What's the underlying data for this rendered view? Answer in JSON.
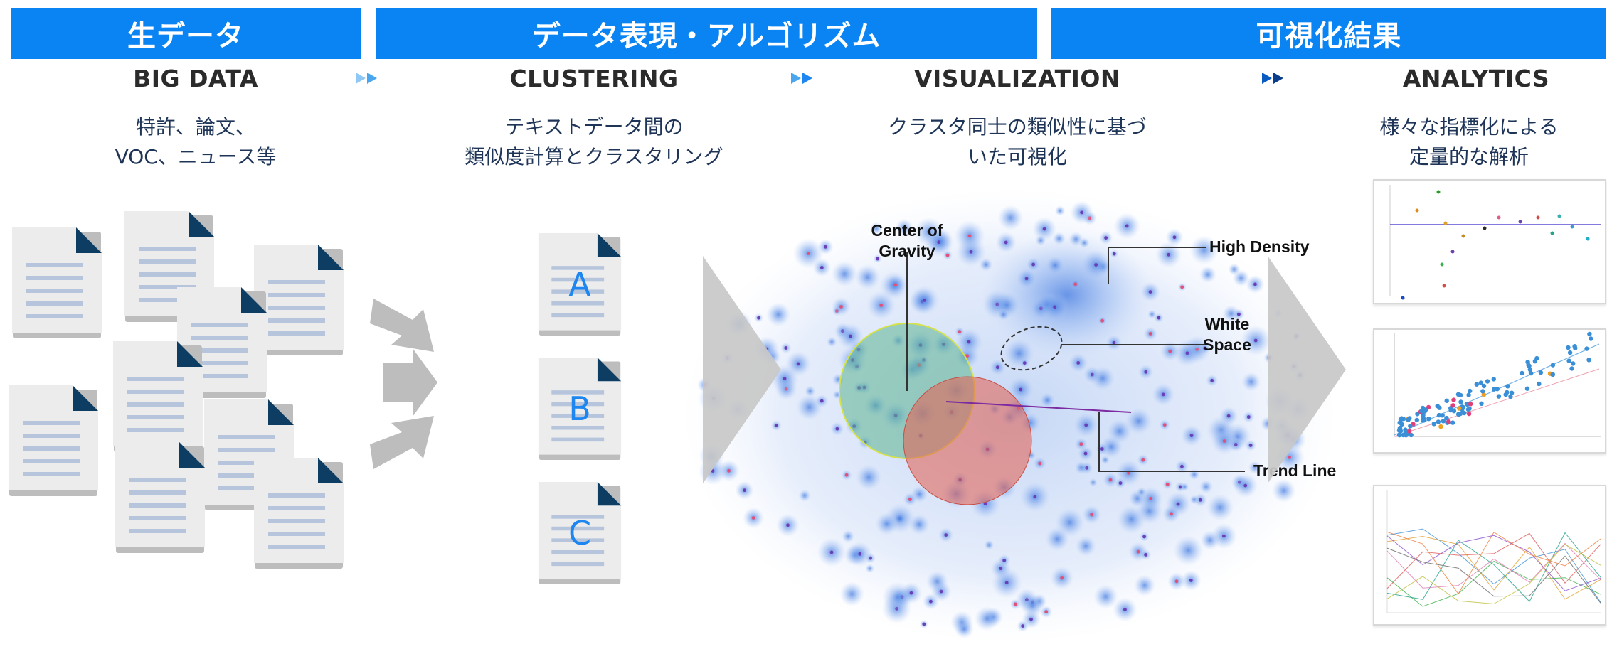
{
  "colors": {
    "header_bg": "#0a84f2",
    "doc_fold": "#0d3d63",
    "letter": "#1d86f0",
    "separator_light": "#8fc7f5",
    "separator_dark": "#0a5bbf"
  },
  "headers": {
    "raw_data": "生データ",
    "representation": "データ表現・アルゴリズム",
    "result": "可視化結果"
  },
  "steps": {
    "big_data": "BIG DATA",
    "clustering": "CLUSTERING",
    "visualization": "VISUALIZATION",
    "analytics": "ANALYTICS"
  },
  "descriptions": {
    "big_data": "特許、論文、\nVOC、ニュース等",
    "clustering": "テキストデータ間の\n類似度計算とクラスタリング",
    "visualization": "クラスタ同士の類似性に基づ\nいた可視化",
    "analytics": "様々な指標化による\n定量的な解析"
  },
  "clusters": [
    "A",
    "B",
    "C"
  ],
  "annotations": {
    "center_of_gravity": "Center of\nGravity",
    "high_density": "High Density",
    "white_space": "White\nSpace",
    "trend_line": "Trend Line"
  },
  "icons": {
    "document": "document-icon",
    "gather": "gather-arrows-icon",
    "flow": "flow-arrow-icon",
    "separator": "double-chevron-icon"
  }
}
